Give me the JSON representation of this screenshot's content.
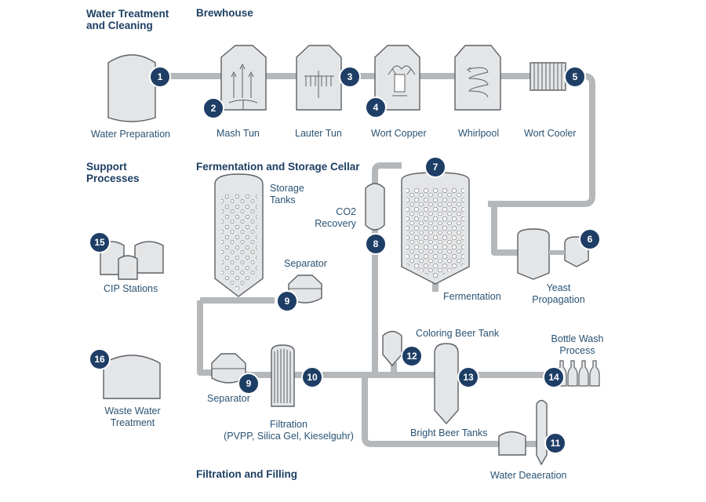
{
  "sections": {
    "water": "Water Treatment\nand Cleaning",
    "brewhouse": "Brewhouse",
    "support": "Support\nProcesses",
    "fermentation": "Fermentation and Storage Cellar",
    "filtration": "Filtration and Filling"
  },
  "labels": {
    "water_preparation": "Water Preparation",
    "mash_tun": "Mash Tun",
    "lauter_tun": "Lauter Tun",
    "wort_copper": "Wort Copper",
    "whirlpool": "Whirlpool",
    "wort_cooler": "Wort Cooler",
    "storage_tanks": "Storage\nTanks",
    "co2_recovery": "CO2\nRecovery",
    "separator_top": "Separator",
    "fermentation": "Fermentation",
    "yeast_propagation": "Yeast\nPropagation",
    "cip_stations": "CIP Stations",
    "waste_water": "Waste Water\nTreatment",
    "coloring_beer_tank": "Coloring Beer Tank",
    "bottle_wash": "Bottle Wash\nProcess",
    "separator_bottom": "Separator",
    "filtration": "Filtration\n(PVPP, Silica Gel, Kieselguhr)",
    "bright_beer_tanks": "Bright Beer Tanks",
    "water_deaeration": "Water Deaeration"
  },
  "badges": {
    "b1": "1",
    "b2": "2",
    "b3": "3",
    "b4": "4",
    "b5": "5",
    "b6": "6",
    "b7": "7",
    "b8": "8",
    "b9a": "9",
    "b9b": "9",
    "b10": "10",
    "b11": "11",
    "b12": "12",
    "b13": "13",
    "b14": "14",
    "b15": "15",
    "b16": "16"
  },
  "colors": {
    "badge": "#1e3e66",
    "pipe": "#b5b8bb",
    "vessel_fill": "#e4e5e6",
    "vessel_stroke": "#5c6166",
    "text": "#2a5373",
    "heading": "#1d3f63"
  }
}
